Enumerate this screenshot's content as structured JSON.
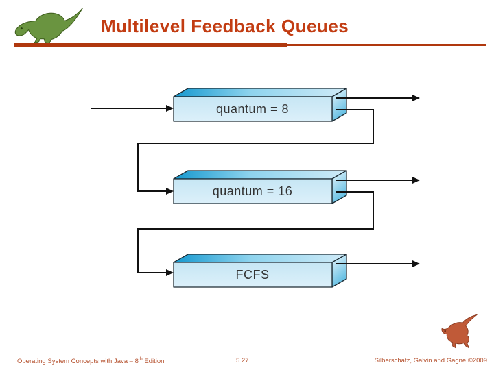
{
  "slide": {
    "title": "Multilevel Feedback Queues"
  },
  "diagram": {
    "description": "three-level feedback queue with demotion arrows",
    "queues": [
      {
        "label": "quantum = 8"
      },
      {
        "label": "quantum = 16"
      },
      {
        "label": "FCFS"
      }
    ]
  },
  "footer": {
    "book": "Operating System Concepts with Java – 8",
    "edition_sup": "th",
    "edition_tail": " Edition",
    "page": "5.27",
    "authors": "Silberschatz, Galvin and Gagne ©2009"
  },
  "icons": {
    "header_logo": "green-dinosaur-icon",
    "footer_logo": "red-dinosaur-icon"
  },
  "colors": {
    "title_accent": "#c23c12",
    "header_rule": "#b0380e",
    "footer_text": "#b5512e",
    "box_front_face": "#cfe9f6",
    "box_top_face_dark": "#19a0d4",
    "box_edge": "#1c2b33",
    "arrow_line": "#111111",
    "dino_green": "#6a9440",
    "dino_red": "#c05a38"
  }
}
